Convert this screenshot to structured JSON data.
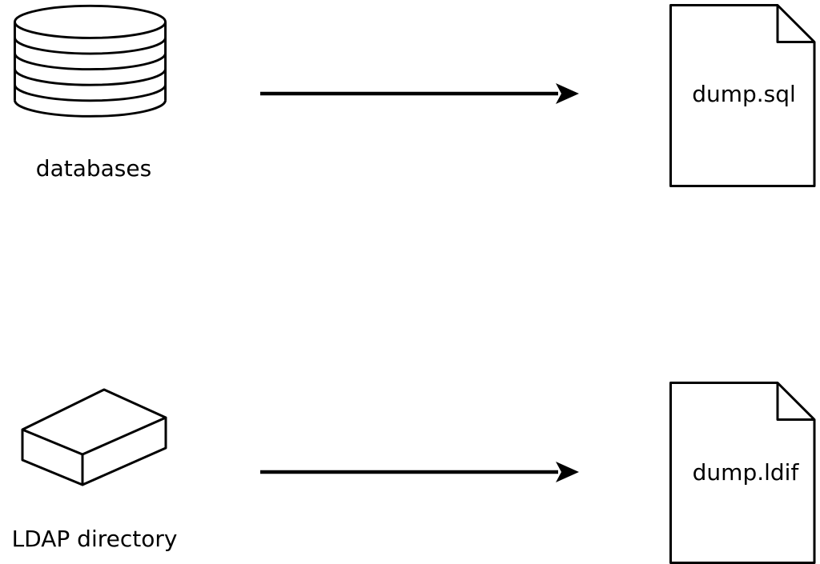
{
  "diagram": {
    "background": "#ffffff",
    "line_color": "#000000",
    "rows": [
      {
        "source": {
          "icon": "database-cylinder-icon",
          "label": "databases"
        },
        "connector": {
          "type": "arrow-right"
        },
        "target": {
          "icon": "document-file-icon",
          "label": "dump.sql"
        }
      },
      {
        "source": {
          "icon": "box-3d-icon",
          "label": "LDAP directory"
        },
        "connector": {
          "type": "arrow-right"
        },
        "target": {
          "icon": "document-file-icon",
          "label": "dump.ldif"
        }
      }
    ]
  }
}
